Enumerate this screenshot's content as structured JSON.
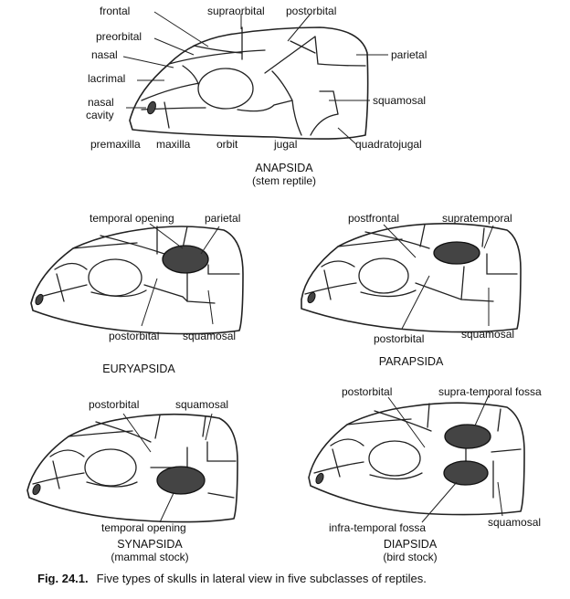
{
  "anapsida": {
    "labels": {
      "frontal": "frontal",
      "supraorbital": "supraorbital",
      "postorbital": "postorbital",
      "preorbital": "preorbital",
      "nasal": "nasal",
      "parietal": "parietal",
      "lacrimal": "lacrimal",
      "squamosal": "squamosal",
      "nasal_cavity_1": "nasal",
      "nasal_cavity_2": "cavity",
      "premaxilla": "premaxilla",
      "maxilla": "maxilla",
      "orbit": "orbit",
      "jugal": "jugal",
      "quadratojugal": "quadratojugal"
    },
    "title": "ANAPSIDA",
    "subtitle": "(stem reptile)"
  },
  "euryapsida": {
    "labels": {
      "temporal_opening": "temporal opening",
      "parietal": "parietal",
      "postorbital": "postorbital",
      "squamosal": "squamosal"
    },
    "title": "EURYAPSIDA"
  },
  "parapsida": {
    "labels": {
      "postfrontal": "postfrontal",
      "supratemporal": "supratemporal",
      "postorbital": "postorbital",
      "squamosal": "squamosal"
    },
    "title": "PARAPSIDA"
  },
  "synapsida": {
    "labels": {
      "postorbital": "postorbital",
      "squamosal": "squamosal",
      "temporal_opening": "temporal opening"
    },
    "title": "SYNAPSIDA",
    "subtitle": "(mammal stock)"
  },
  "diapsida": {
    "labels": {
      "postorbital": "postorbital",
      "supra_temporal_fossa": "supra-temporal fossa",
      "infra_temporal_fossa": "infra-temporal fossa",
      "squamosal": "squamosal"
    },
    "title": "DIAPSIDA",
    "subtitle": "(bird stock)"
  },
  "caption": {
    "number": "Fig. 24.1.",
    "text": "Five types of skulls in lateral view in five subclasses of reptiles."
  }
}
